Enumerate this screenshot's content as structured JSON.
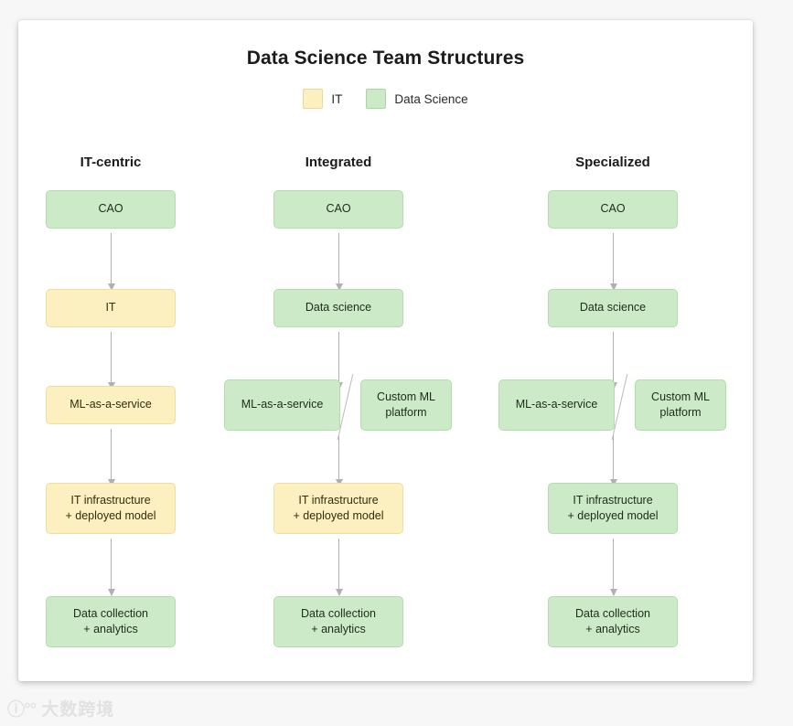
{
  "title": "Data Science Team Structures",
  "legend": [
    {
      "label": "IT",
      "color": "#fcf0c0",
      "key": "it"
    },
    {
      "label": "Data Science",
      "color": "#cdeac8",
      "key": "ds"
    }
  ],
  "colors": {
    "it_fill": "#fcf0c0",
    "it_border": "#eddfa0",
    "ds_fill": "#cdeac8",
    "ds_border": "#b4dcae",
    "arrow": "#b0b0b0",
    "card_bg": "#ffffff",
    "page_bg": "#f7f7f7"
  },
  "columns": [
    {
      "header": "IT-centric",
      "nodes": [
        {
          "label": "CAO",
          "type": "ds"
        },
        {
          "label": "IT",
          "type": "it"
        },
        {
          "label": "ML-as-a-service",
          "type": "it"
        },
        {
          "label": "IT infrastructure\n+ deployed model",
          "line1": "IT infrastructure",
          "line2": "+ deployed model",
          "type": "it"
        },
        {
          "label": "Data collection\n+ analytics",
          "line1": "Data collection",
          "line2": "+ analytics",
          "type": "ds"
        }
      ],
      "branch": null
    },
    {
      "header": "Integrated",
      "nodes": [
        {
          "label": "CAO",
          "type": "ds"
        },
        {
          "label": "Data science",
          "type": "ds"
        },
        {
          "label": "ML-as-a-service",
          "type": "ds"
        },
        {
          "label": "IT infrastructure\n+ deployed model",
          "line1": "IT infrastructure",
          "line2": "+ deployed model",
          "type": "it"
        },
        {
          "label": "Data collection\n+ analytics",
          "line1": "Data collection",
          "line2": "+ analytics",
          "type": "ds"
        }
      ],
      "branch": {
        "line1": "Custom ML",
        "line2": "platform",
        "type": "ds"
      }
    },
    {
      "header": "Specialized",
      "nodes": [
        {
          "label": "CAO",
          "type": "ds"
        },
        {
          "label": "Data science",
          "type": "ds"
        },
        {
          "label": "ML-as-a-service",
          "type": "ds"
        },
        {
          "label": "IT infrastructure\n+ deployed model",
          "line1": "IT infrastructure",
          "line2": "+ deployed model",
          "type": "ds"
        },
        {
          "label": "Data collection\n+ analytics",
          "line1": "Data collection",
          "line2": "+ analytics",
          "type": "ds"
        }
      ],
      "branch": {
        "line1": "Custom ML",
        "line2": "platform",
        "type": "ds"
      }
    }
  ],
  "watermark": {
    "logo": "ⓘ°°",
    "text": "大数跨境"
  }
}
